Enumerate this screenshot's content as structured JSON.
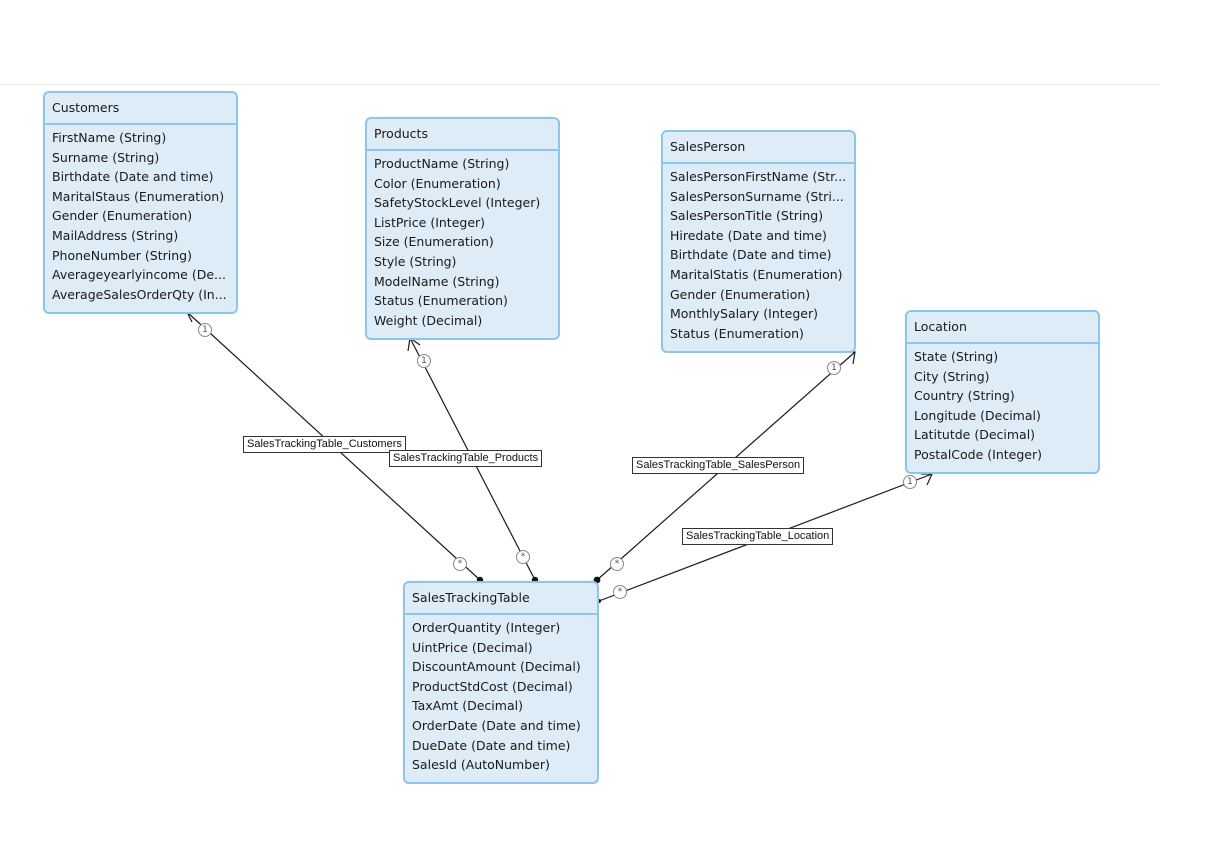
{
  "entities": {
    "customers": {
      "title": "Customers",
      "fields": [
        "FirstName (String)",
        "Surname (String)",
        "Birthdate (Date and time)",
        "MaritalStaus (Enumeration)",
        "Gender (Enumeration)",
        "MailAddress (String)",
        "PhoneNumber (String)",
        "Averageyearlyincome (De...",
        "AverageSalesOrderQty (In..."
      ]
    },
    "products": {
      "title": "Products",
      "fields": [
        "ProductName (String)",
        "Color (Enumeration)",
        "SafetyStockLevel (Integer)",
        "ListPrice (Integer)",
        "Size (Enumeration)",
        "Style (String)",
        "ModelName (String)",
        "Status (Enumeration)",
        "Weight (Decimal)"
      ]
    },
    "salesperson": {
      "title": "SalesPerson",
      "fields": [
        "SalesPersonFirstName (Str...",
        "SalesPersonSurname (Stri...",
        "SalesPersonTitle (String)",
        "Hiredate (Date and time)",
        "Birthdate (Date and time)",
        "MaritalStatis (Enumeration)",
        "Gender (Enumeration)",
        "MonthlySalary (Integer)",
        "Status (Enumeration)"
      ]
    },
    "location": {
      "title": "Location",
      "fields": [
        "State (String)",
        "City (String)",
        "Country (String)",
        "Longitude (Decimal)",
        "Latitutde (Decimal)",
        "PostalCode (Integer)"
      ]
    },
    "salestracking": {
      "title": "SalesTrackingTable",
      "fields": [
        "OrderQuantity (Integer)",
        "UintPrice (Decimal)",
        "DiscountAmount (Decimal)",
        "ProductStdCost (Decimal)",
        "TaxAmt (Decimal)",
        "OrderDate (Date and time)",
        "DueDate (Date and time)",
        "SalesId (AutoNumber)"
      ]
    }
  },
  "relations": {
    "customers": {
      "label": "SalesTrackingTable_Customers",
      "one": "1",
      "many": "*"
    },
    "products": {
      "label": "SalesTrackingTable_Products",
      "one": "1",
      "many": "*"
    },
    "salesperson": {
      "label": "SalesTrackingTable_SalesPerson",
      "one": "1",
      "many": "*"
    },
    "location": {
      "label": "SalesTrackingTable_Location",
      "one": "1",
      "many": "*"
    }
  },
  "colors": {
    "entity_fill": "#ddecf7",
    "entity_border": "#8cc6ec",
    "line": "#1a1a1a"
  }
}
